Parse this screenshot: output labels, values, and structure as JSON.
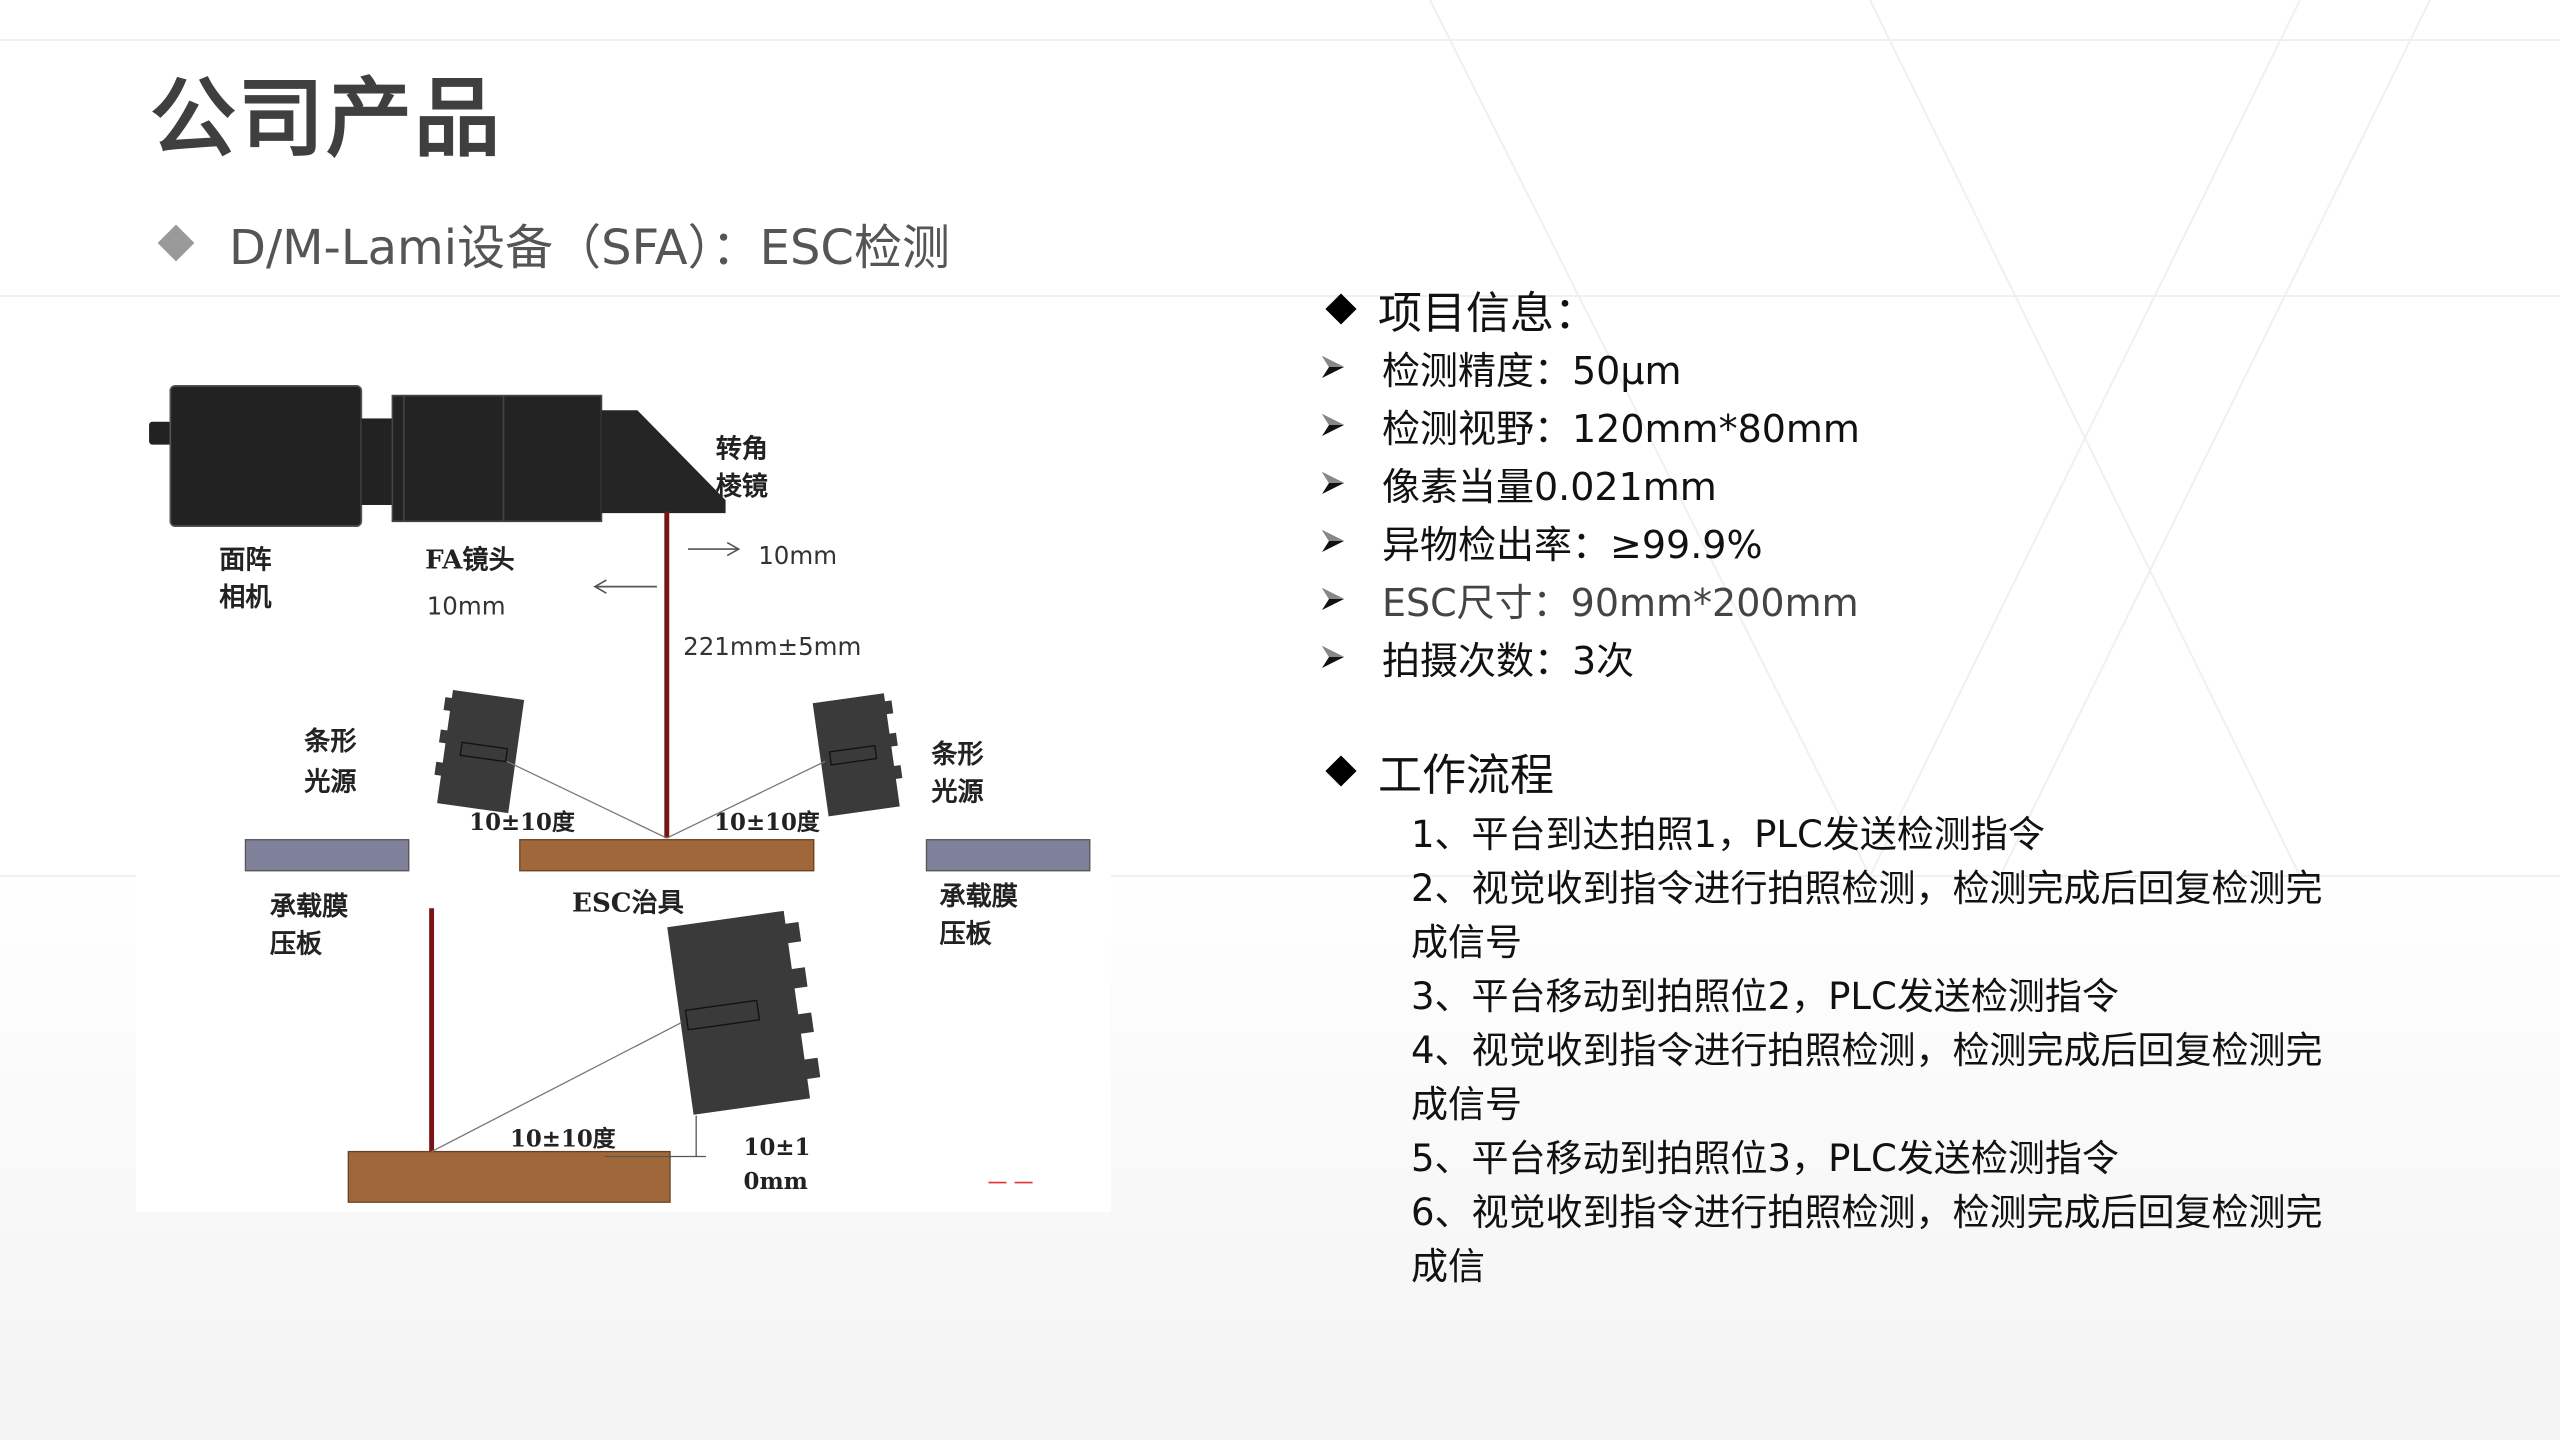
{
  "page": {
    "title": "公司产品",
    "subtitle": "D/M-Lami设备（SFA）：ESC检测"
  },
  "diagram": {
    "labels": {
      "prism_1": "转角",
      "prism_2": "棱镜",
      "camera_1": "面阵",
      "camera_2": "相机",
      "lens": "FA镜头",
      "lens_offset": "10mm",
      "prism_offset": "10mm",
      "distance": "221mm±5mm",
      "light_left_1": "条形",
      "light_left_2": "光源",
      "light_right_1": "条形",
      "light_right_2": "光源",
      "angle_left": "10±10度",
      "angle_right": "10±10度",
      "plate_left_1": "承载膜",
      "plate_left_2": "压板",
      "plate_right_1": "承载膜",
      "plate_right_2": "压板",
      "fixture": "ESC治具",
      "angle_bottom": "10±10度",
      "height_1": "10±1",
      "height_2": "0mm"
    },
    "colors": {
      "beam": "#7a1414",
      "fixture": "#a0683a",
      "plate": "#7f8099",
      "device": "#2a2a2a"
    }
  },
  "project_info": {
    "heading": "项目信息：",
    "items": [
      "检测精度：50μm",
      "检测视野：120mm*80mm",
      "像素当量0.021mm",
      "异物检出率：≥99.9%",
      "ESC尺寸：90mm*200mm",
      "拍摄次数：3次"
    ]
  },
  "workflow": {
    "heading": "工作流程",
    "steps": [
      "1、平台到达拍照1，PLC发送检测指令",
      "2、视觉收到指令进行拍照检测，检测完成后回复检测完成信号",
      "3、平台移动到拍照位2，PLC发送检测指令",
      "4、视觉收到指令进行拍照检测，检测完成后回复检测完成信号",
      "5、平台移动到拍照位3，PLC发送检测指令",
      "6、视觉收到指令进行拍照检测，检测完成后回复检测完成信"
    ]
  }
}
